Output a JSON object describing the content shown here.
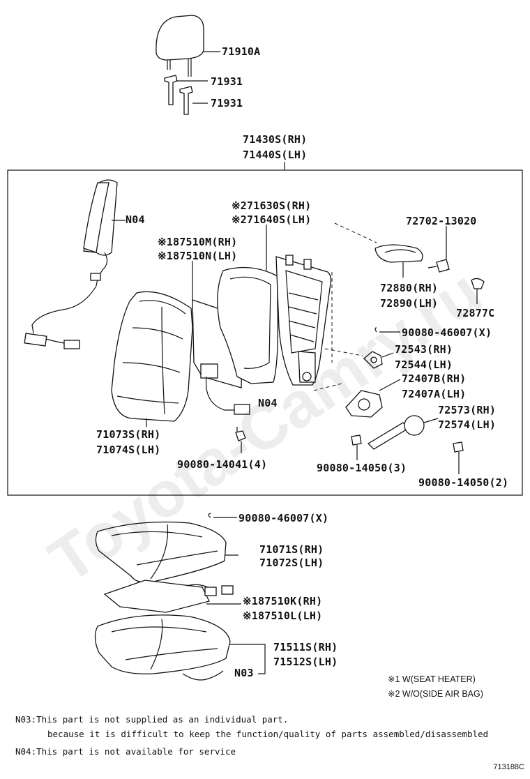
{
  "labels": {
    "headrest": "71910A",
    "support_a": "71931",
    "support_b": "71931",
    "back_assy_rh": "71430S(RH)",
    "back_assy_lh": "71440S(LH)",
    "n04_top": "N04",
    "pad_rh": "※271630S(RH)",
    "pad_lh": "※271640S(LH)",
    "heater_back_rh": "※187510M(RH)",
    "heater_back_lh": "※187510N(LH)",
    "bolt_top": "72702-13020",
    "cover_rh": "72880(RH)",
    "cover_lh": "72890(LH)",
    "cap": "72877C",
    "clip_top": "90080-46007(X)",
    "knob_rh": "72543(RH)",
    "knob_lh": "72544(LH)",
    "recl_rh": "72407B(RH)",
    "recl_lh": "72407A(LH)",
    "n04_mid": "N04",
    "spring_rh": "72573(RH)",
    "spring_lh": "72574(LH)",
    "back_cover_rh": "71073S(RH)",
    "back_cover_lh": "71074S(LH)",
    "screw_a": "90080-14041(4)",
    "screw_b": "90080-14050(3)",
    "screw_c": "90080-14050(2)",
    "clip_bottom": "90080-46007(X)",
    "cushion_cover_rh": "71071S(RH)",
    "cushion_cover_lh": "71072S(LH)",
    "heater_cush_rh": "※187510K(RH)",
    "heater_cush_lh": "※187510L(LH)",
    "cushion_pad_rh": "71511S(RH)",
    "cushion_pad_lh": "71512S(LH)",
    "n03": "N03"
  },
  "legend": {
    "line1": "※1 W(SEAT HEATER)",
    "line2": "※2 W/O(SIDE AIR BAG)"
  },
  "notes": {
    "n03_line1": "N03:This part is not supplied as an individual part.",
    "n03_line2": "because it is difficult to keep the function/quality of parts assembled/disassembled",
    "n04_line": "N04:This part is not available for service"
  },
  "watermark": "Toyota-Camry.ru",
  "diagram_id": "713188C"
}
